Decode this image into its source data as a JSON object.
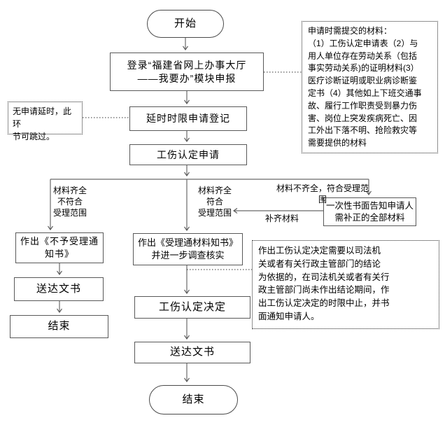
{
  "flowchart": {
    "nodes": {
      "start": "开始",
      "login": "登录“福建省网上办事大厅\n——我要办”模块申报",
      "delay_register": "延时时限申请登记",
      "injury_apply": "工伤认定申请",
      "reject_notice": "作出《不予受理通\n知书》",
      "left_deliver": "送达文书",
      "left_end": "结束",
      "accept_notice": "作出《受理通材料知书》\n并进一步调查核实",
      "decision": "工伤认定决定",
      "mid_deliver": "送达文书",
      "end": "结束",
      "onetime_inform": "一次性书面告知申请人\n需补正的全部材料"
    },
    "edge_labels": {
      "left_branch": "材料齐全\n不符合\n受理范围",
      "mid_branch": "材料齐全\n符合\n受理范围",
      "right_branch": "材料不齐全，符合受理范围",
      "supplement": "补齐材料"
    },
    "notes": {
      "materials": "申请时需提交的材料：\n（1）工伤认定申请表（2）与\n用人单位存在劳动关系（包括\n事实劳动关系)的证明材料(3）\n医疗诊断证明或职业病诊断鉴\n定书（4）其他如上下班交通事\n故、履行工作职责受到暴力伤\n害、岗位上突发疾病死亡、因\n工外出下落不明、抢险救灾等\n需要提供的材料",
      "skip": "无申请延时，此环\n节可跳过。",
      "suspend": "作出工伤认定决定需要以司法机\n关或者有关行政主管部门的结论\n为依据的，在司法机关或者有关行\n政主管部门尚未作出结论期间，作\n出工伤认定决定的时限中止，并书\n面通知申请人。"
    },
    "colors": {
      "line": "#696969",
      "border": "#595959",
      "text": "#000000",
      "background": "#ffffff"
    }
  }
}
